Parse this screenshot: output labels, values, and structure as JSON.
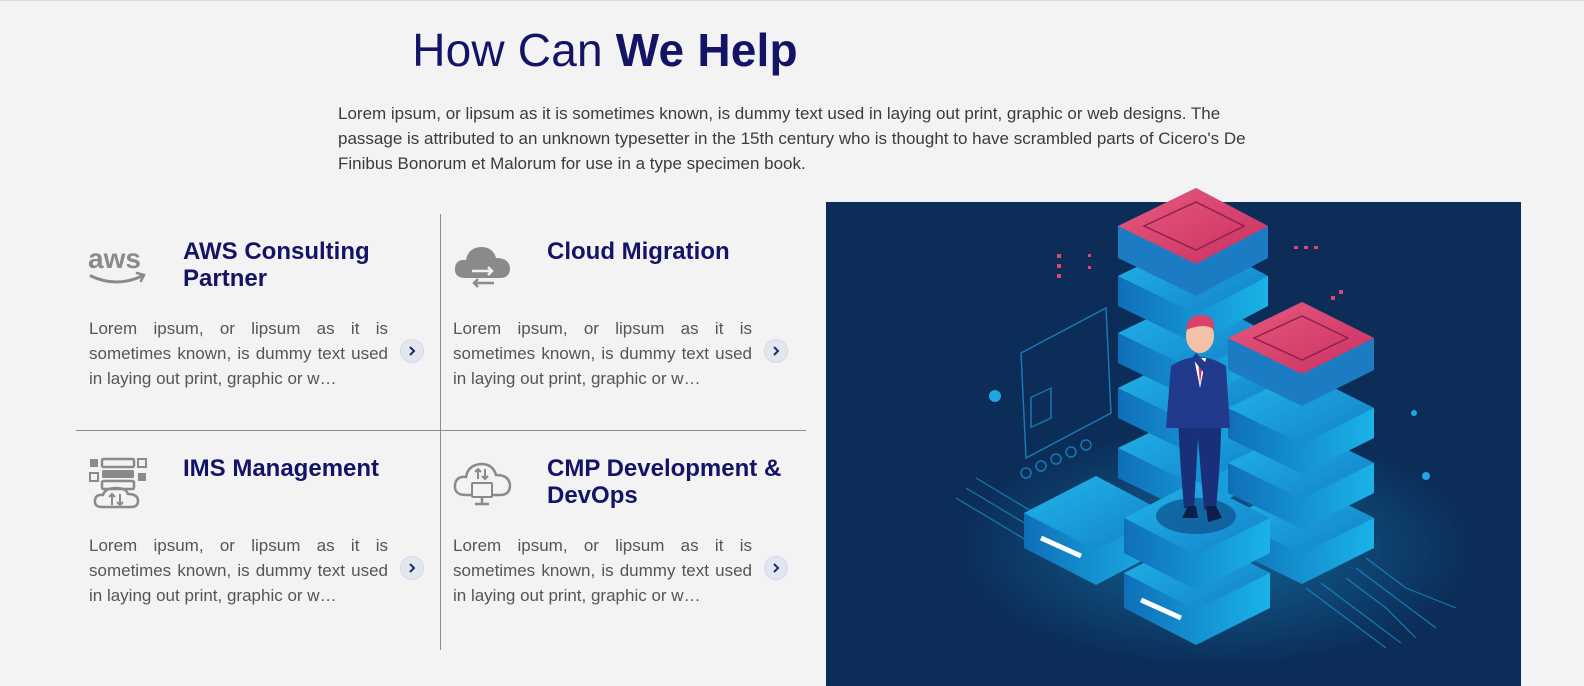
{
  "heading": {
    "light": "How Can ",
    "bold": "We Help"
  },
  "intro": "Lorem ipsum, or lipsum as it is sometimes known, is dummy text used in laying out print, graphic or web designs. The passage is attributed to an unknown typesetter in the 15th century who is thought to have scrambled parts of Cicero's De Finibus Bonorum et Malorum for use in a type specimen book.",
  "services": [
    {
      "title": "AWS Consulting Partner",
      "description": "Lorem ipsum, or lipsum as it is sometimes known, is dummy text used in laying out print, graphic or w…",
      "icon": "aws-logo-icon"
    },
    {
      "title": "Cloud Migration",
      "description": "Lorem ipsum, or lipsum as it is sometimes known, is dummy text used in laying out print, graphic or w…",
      "icon": "cloud-migration-icon"
    },
    {
      "title": "IMS Management",
      "description": "Lorem ipsum, or lipsum as it is sometimes known, is dummy text used in laying out print, graphic or w…",
      "icon": "ims-server-icon"
    },
    {
      "title": "CMP Development & DevOps",
      "description": "Lorem ipsum, or lipsum as it is sometimes known, is dummy text used in laying out print, graphic or w…",
      "icon": "cloud-devops-icon"
    }
  ],
  "aws_logo_text": "aws",
  "colors": {
    "heading": "#141466",
    "panel": "#0b2d58",
    "server_top": "#e0456e",
    "server_blue": "#1c9ad6"
  }
}
